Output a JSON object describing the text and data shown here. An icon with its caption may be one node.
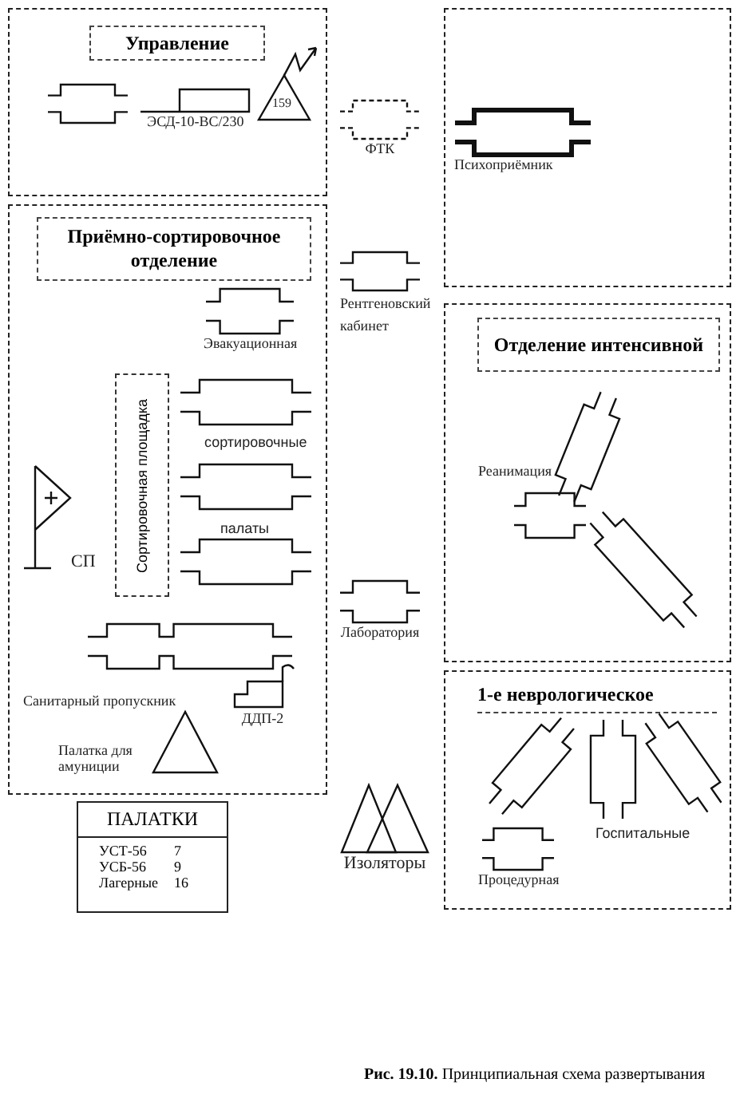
{
  "diagram": {
    "caption": "**Рис. 19.10.** Принципиальная схема развертывания",
    "nodes": [
      {
        "text": [
          "Управление"
        ]
      },
      {
        "text": [],
        "shape": "tent",
        "in": 0
      },
      {
        "text": [
          "ЭСД-10-ВС/230"
        ],
        "in": 0
      },
      {
        "text": [
          "159"
        ],
        "in": 0
      },
      {
        "text": [
          "ФТК"
        ]
      },
      {
        "text": [],
        "shape": "box"
      },
      {
        "text": [
          "Психоприёмник"
        ],
        "in": 5
      },
      {
        "text": [
          "Приёмно-сортировочное отделение"
        ]
      },
      {
        "text": [
          "Эвакуационная"
        ],
        "in": 7
      },
      {
        "text": [
          "Сортировочная площадка"
        ],
        "in": 7
      },
      {
        "text": [],
        "shape": "tent",
        "in": 7
      },
      {
        "text": [],
        "shape": "tent",
        "in": 7
      },
      {
        "text": [],
        "shape": "tent",
        "in": 7
      },
      {
        "text": [
          "СП"
        ],
        "in": 7
      },
      {
        "text": [
          "Санитарный пропускник"
        ],
        "in": 7
      },
      {
        "text": [
          "ДДП-2"
        ],
        "in": 7
      },
      {
        "text": [
          "Палатка для амуниции"
        ],
        "in": 7
      },
      {
        "text": [
          "ПАЛАТКИ"
        ]
      },
      {
        "text": [
          "Рентгеновский кабинет"
        ]
      },
      {
        "text": [
          "Лаборатория"
        ]
      },
      {
        "text": [
          "Изоляторы"
        ]
      },
      {
        "text": [
          "Отделение интенсивной"
        ]
      },
      {
        "text": [
          "Реанимация"
        ],
        "in": 21
      },
      {
        "text": [],
        "shape": "tent",
        "in": 21
      },
      {
        "text": [],
        "shape": "tent",
        "in": 21
      },
      {
        "text": [
          "1-е неврологическое"
        ]
      },
      {
        "text": [],
        "shape": "tent",
        "in": 25
      },
      {
        "text": [],
        "shape": "tent",
        "in": 25
      },
      {
        "text": [],
        "shape": "tent",
        "in": 25
      },
      {
        "text": [
          "Процедурная"
        ],
        "in": 25
      }
    ],
    "labels": [
      "сортировочные",
      "палаты",
      "Госпитальные",
      "УСТ-56",
      "7",
      "УСБ-56",
      "9",
      "Лагерные",
      "16"
    ]
  }
}
